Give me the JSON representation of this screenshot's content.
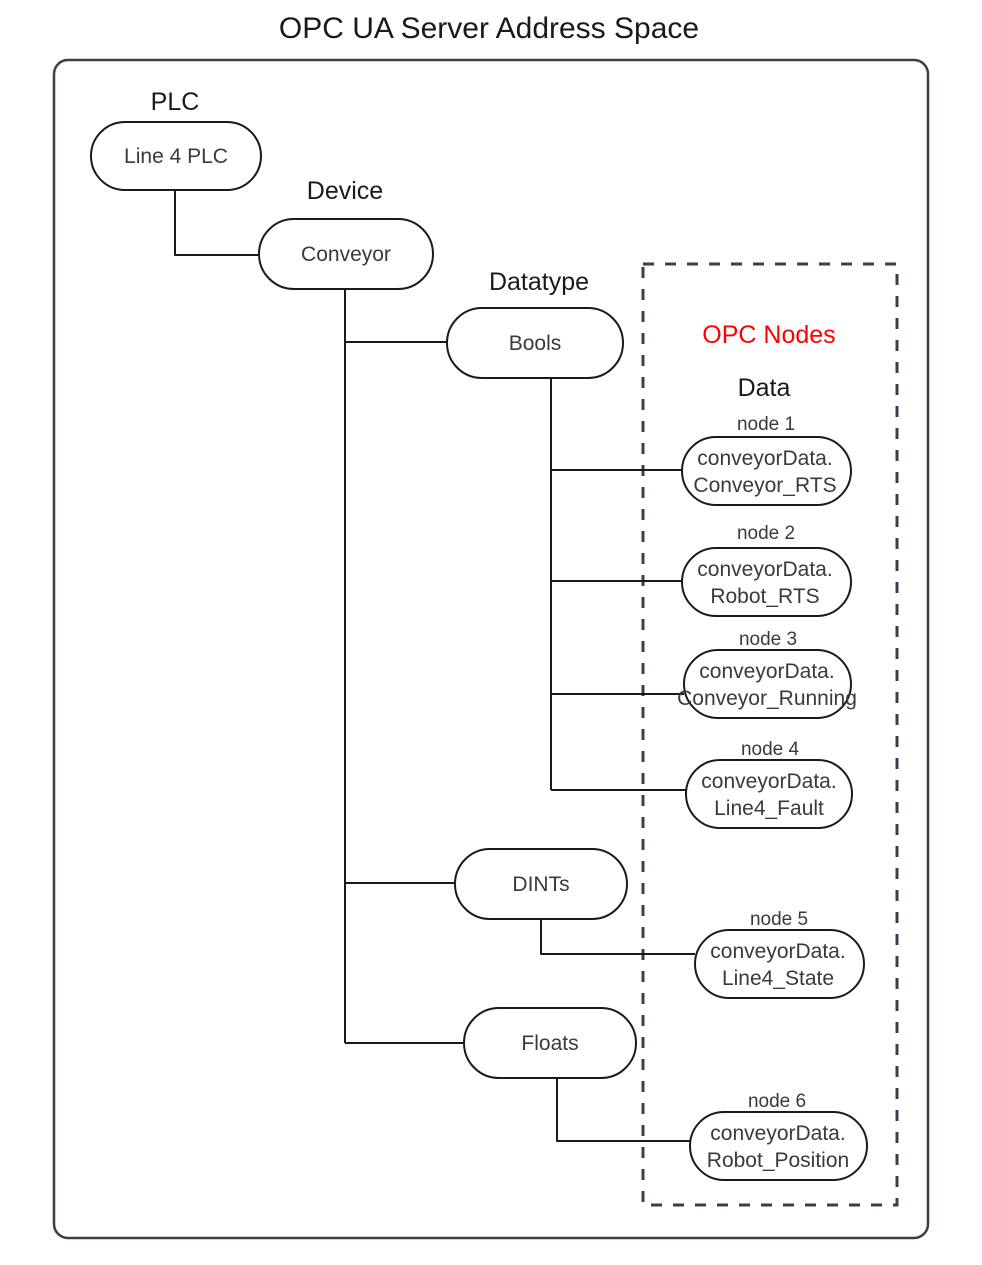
{
  "title": "OPC UA Server Address Space",
  "frame": {
    "label": "server-address-space-frame"
  },
  "groups": {
    "plc_label": "PLC",
    "device_label": "Device",
    "datatype_label": "Datatype",
    "opc_nodes_label": "OPC Nodes",
    "data_label": "Data"
  },
  "colors": {
    "opc_nodes_accent": "#ff0000",
    "node_stroke": "#1a1a1a",
    "frame_stroke": "#3a3f4b",
    "text": "#262626",
    "background": "#ffffff"
  },
  "nodes": {
    "plc": {
      "label": "Line 4 PLC"
    },
    "device": {
      "label": "Conveyor"
    },
    "datatypes": [
      {
        "label": "Bools"
      },
      {
        "label": "DINTs"
      },
      {
        "label": "Floats"
      }
    ]
  },
  "opc_nodes": [
    {
      "tag": "node 1",
      "line1": "conveyorData.",
      "line2": "Conveyor_RTS"
    },
    {
      "tag": "node 2",
      "line1": "conveyorData.",
      "line2": "Robot_RTS"
    },
    {
      "tag": "node 3",
      "line1": "conveyorData.",
      "line2": "Conveyor_Running"
    },
    {
      "tag": "node 4",
      "line1": "conveyorData.",
      "line2": "Line4_Fault"
    },
    {
      "tag": "node 5",
      "line1": "conveyorData.",
      "line2": "Line4_State"
    },
    {
      "tag": "node 6",
      "line1": "conveyorData.",
      "line2": "Robot_Position"
    }
  ]
}
